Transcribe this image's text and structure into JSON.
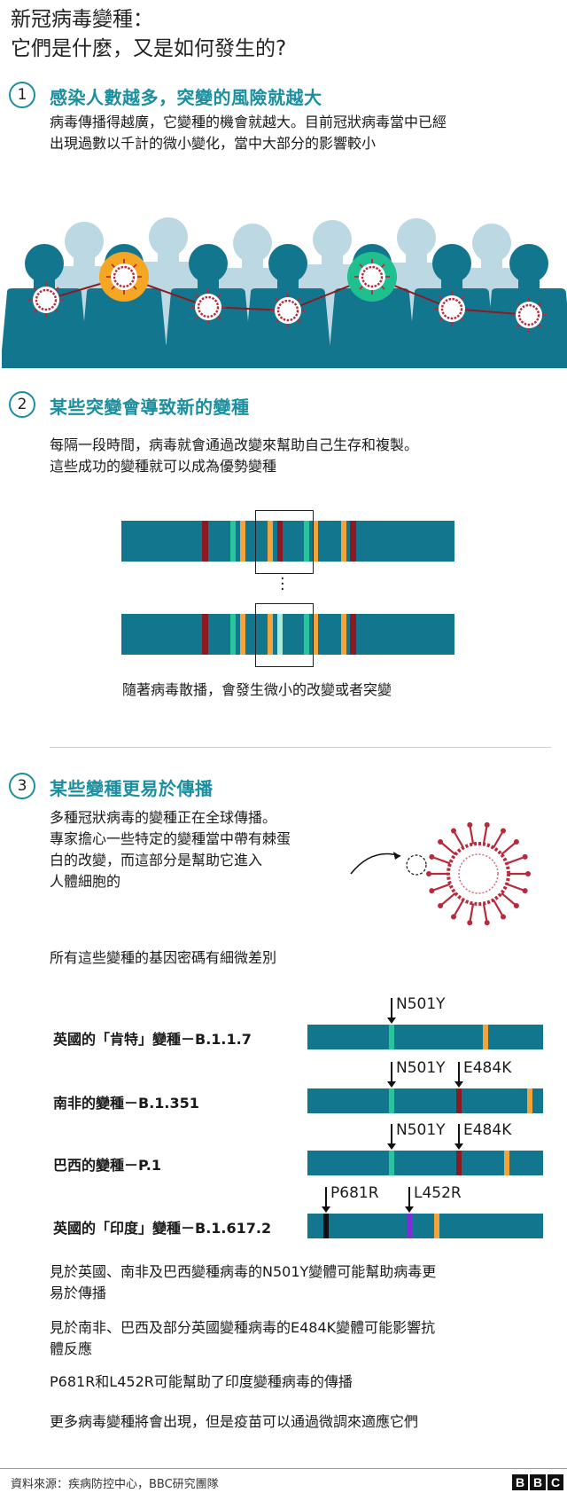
{
  "title": {
    "line1": "新冠病毒變種：",
    "line2": "它們是什麼，又是如何發生的?"
  },
  "section1": {
    "number": "1",
    "heading": "感染人數越多，突變的風險就越大",
    "body_line1": "病毒傳播得越廣，它變種的機會就越大。目前冠狀病毒當中已經",
    "body_line2": "出現過數以千計的微小變化，當中大部分的影響較小"
  },
  "section2": {
    "number": "2",
    "heading": "某些突變會導致新的變種",
    "body_line1": "每隔一段時間，病毒就會通過改變來幫助自己生存和複製。",
    "body_line2": "這些成功的變種就可以成為優勢變種",
    "caption": "隨著病毒散播，會發生微小的改變或者突變"
  },
  "section3": {
    "number": "3",
    "heading": "某些變種更易於傳播",
    "body_line1": "多種冠狀病毒的變種正在全球傳播。",
    "body_line2": "專家擔心一些特定的變種當中帶有棘蛋",
    "body_line3": "白的改變，而這部分是幫助它進入",
    "body_line4": "人體細胞的",
    "genome_intro": "所有這些變種的基因密碼有細微差別"
  },
  "variants": [
    {
      "label": "英國的「肯特」變種－B.1.1.7",
      "mutations": [
        "N501Y"
      ]
    },
    {
      "label": "南非的變種－B.1.351",
      "mutations": [
        "N501Y",
        "E484K"
      ]
    },
    {
      "label": "巴西的變種－P.1",
      "mutations": [
        "N501Y",
        "E484K"
      ]
    },
    {
      "label": "英國的「印度」變種－B.1.617.2",
      "mutations": [
        "P681R",
        "L452R"
      ]
    }
  ],
  "notes": {
    "n501y_line1": "見於英國、南非及巴西變種病毒的N501Y變體可能幫助病毒更",
    "n501y_line2": "易於傳播",
    "e484k_line1": "見於南非、巴西及部分英國變種病毒的E484K變體可能影響抗",
    "e484k_line2": "體反應",
    "p681r": "P681R和L452R可能幫助了印度變種病毒的傳播",
    "more": "更多病毒變種將會出現，但是疫苗可以通過微調來適應它們"
  },
  "footer": {
    "source": "資料來源：疾病防控中心，BBC研究團隊",
    "logo": [
      "B",
      "B",
      "C"
    ]
  },
  "colors": {
    "teal_bar": "#13768f",
    "heading": "#1a8fa0",
    "people_dark": "#13768f",
    "people_light": "#bcd8e2",
    "virus_red": "#b8293c",
    "orange": "#f5a623",
    "green": "#1fbf8f",
    "mutation_orange": "#f2a33a",
    "mutation_green": "#26c59a",
    "mutation_red": "#8b1a23",
    "mutation_purple": "#7b2fd6",
    "mutation_black": "#111111"
  }
}
